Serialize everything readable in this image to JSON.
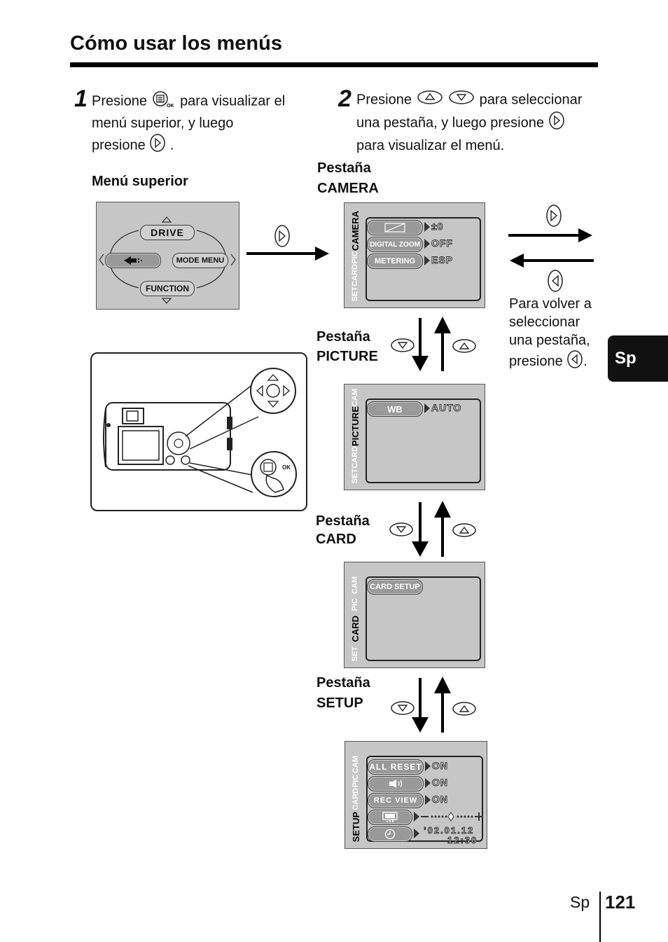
{
  "title": "Cómo usar los menús",
  "step1": {
    "number": "1",
    "line1_a": "Presione",
    "line1_b": "para visualizar el",
    "line2": "menú superior, y luego",
    "line3_a": "presione",
    "line3_b": "."
  },
  "step2": {
    "number": "2",
    "line1_a": "Presione",
    "line1_b": "para  seleccionar",
    "line2": "una pestaña, y luego presione",
    "line3": "para visualizar el menú."
  },
  "top_menu": {
    "label": "Menú superior",
    "drive": "DRIVE",
    "mode_menu": "MODE MENU",
    "function": "FUNCTION",
    "ok_key": "OK"
  },
  "tabs": {
    "camera": {
      "label1": "Pestaña",
      "label2": "CAMERA"
    },
    "picture": {
      "label1": "Pestaña",
      "label2": "PICTURE"
    },
    "card": {
      "label1": "Pestaña",
      "label2": "CARD"
    },
    "setup": {
      "label1": "Pestaña",
      "label2": "SETUP"
    }
  },
  "camera_screen": {
    "side_tabs": [
      "CAMERA",
      "PIC",
      "CARD",
      "SET"
    ],
    "items": [
      {
        "label": "+/-",
        "value": "±0"
      },
      {
        "label": "DIGITAL ZOOM",
        "value": "OFF"
      },
      {
        "label": "METERING",
        "value": "ESP"
      }
    ]
  },
  "picture_screen": {
    "side_tabs": [
      "CAM",
      "PICTURE",
      "CARD",
      "SET"
    ],
    "items": [
      {
        "label": "WB",
        "value": "AUTO"
      }
    ]
  },
  "card_screen": {
    "side_tabs": [
      "CAM",
      "PIC",
      "CARD",
      "SET"
    ],
    "items": [
      {
        "label": "CARD SETUP"
      }
    ]
  },
  "setup_screen": {
    "side_tabs": [
      "CAM",
      "PIC",
      "CARD",
      "SETUP"
    ],
    "items": [
      {
        "label": "ALL RESET",
        "value": "ON"
      },
      {
        "label": "",
        "value": "ON"
      },
      {
        "label": "REC VIEW",
        "value": "ON"
      },
      {
        "label": "",
        "value": ""
      },
      {
        "label": "",
        "value": ""
      }
    ],
    "date": "’02.01.12",
    "time": "12:30"
  },
  "return_note": {
    "line1": "Para volver a",
    "line2": "seleccionar",
    "line3": "una pestaña,",
    "line4": "presione",
    "end": "."
  },
  "side_tab": "Sp",
  "footer": {
    "lang": "Sp",
    "page": "121"
  }
}
